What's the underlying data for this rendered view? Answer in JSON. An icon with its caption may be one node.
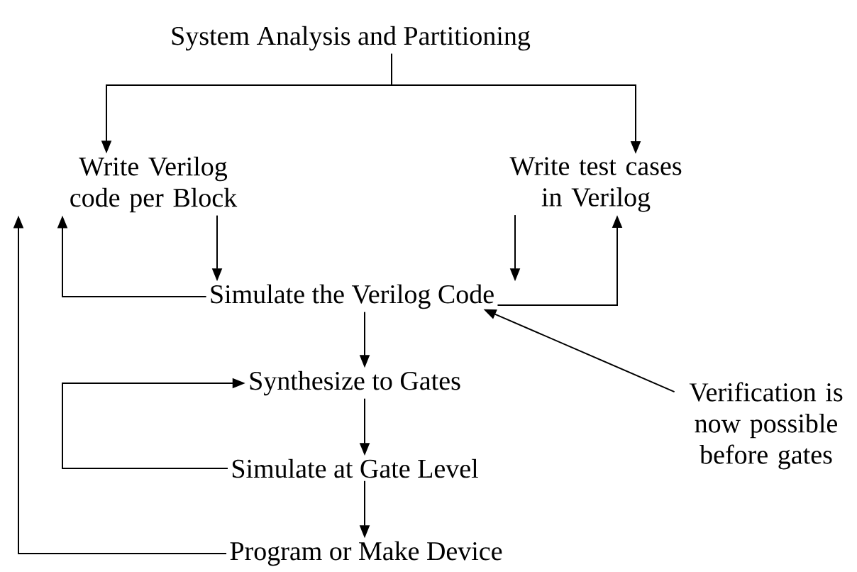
{
  "diagram": {
    "nodes": [
      {
        "text": [
          "System Analysis and Partitioning"
        ]
      },
      {
        "text": [
          "Write Verilog code per Block"
        ]
      },
      {
        "text": [
          "Write test cases in Verilog"
        ]
      },
      {
        "text": [
          "Simulate the Verilog Code"
        ]
      },
      {
        "text": [
          "Synthesize to Gates"
        ]
      },
      {
        "text": [
          "Simulate at Gate Level"
        ]
      },
      {
        "text": [
          "Program or Make Device"
        ]
      },
      {
        "text": [
          "Verification is now possible before gates"
        ]
      }
    ],
    "edges": [
      {
        "from": 0,
        "to": 1,
        "arrow": "to"
      },
      {
        "from": 0,
        "to": 2,
        "arrow": "to"
      },
      {
        "from": 1,
        "to": 3,
        "arrow": "to"
      },
      {
        "from": 2,
        "to": 3,
        "arrow": "to"
      },
      {
        "from": 3,
        "to": 1,
        "arrow": "to"
      },
      {
        "from": 3,
        "to": 2,
        "arrow": "to"
      },
      {
        "from": 3,
        "to": 4,
        "arrow": "to"
      },
      {
        "from": 4,
        "to": 5,
        "arrow": "to"
      },
      {
        "from": 5,
        "to": 6,
        "arrow": "to"
      },
      {
        "from": 5,
        "to": 4,
        "arrow": "to"
      },
      {
        "from": 6,
        "to": 1,
        "arrow": "to"
      },
      {
        "from": 7,
        "to": 3,
        "arrow": "to"
      }
    ]
  }
}
